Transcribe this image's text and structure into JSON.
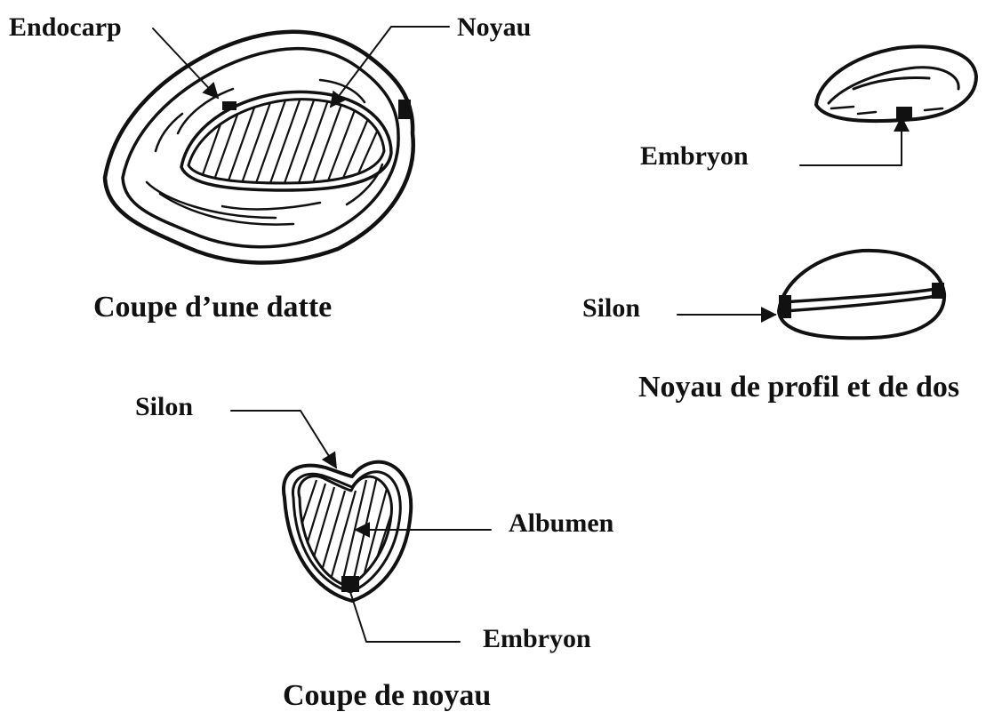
{
  "labels": {
    "endocarp": "Endocarp",
    "noyau": "Noyau",
    "coupe_datte": "Coupe d’une datte",
    "embryon_top": "Embryon",
    "silon_right": "Silon",
    "noyau_profil": "Noyau de profil et de dos",
    "silon_bottom": "Silon",
    "albumen": "Albumen",
    "embryon_bottom": "Embryon",
    "coupe_noyau": "Coupe de noyau"
  },
  "colors": {
    "ink": "#111111",
    "background": "#ffffff"
  }
}
